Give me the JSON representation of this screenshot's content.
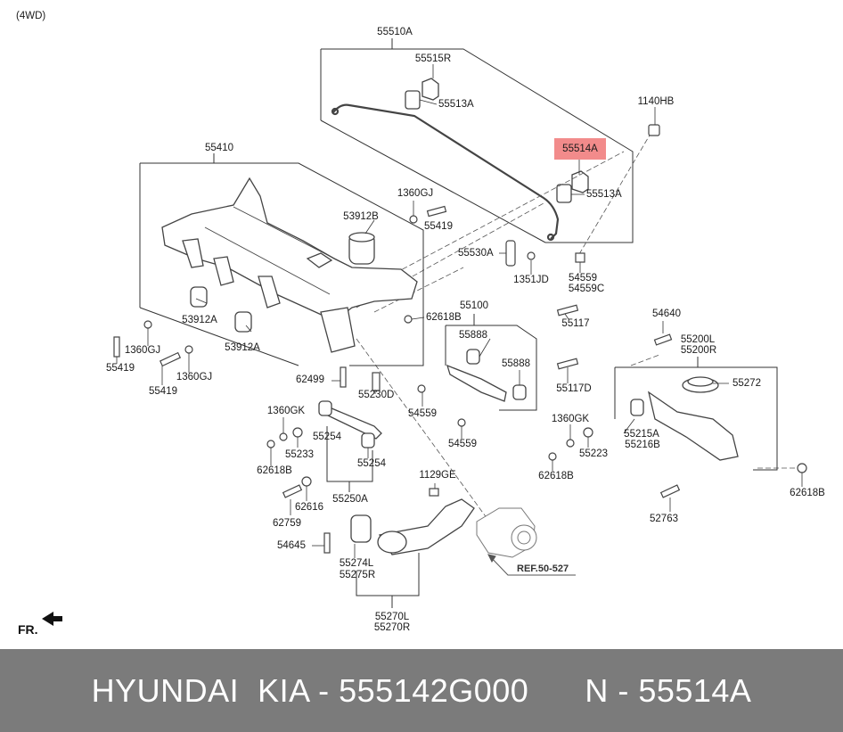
{
  "header_note": "(4WD)",
  "highlight_part": "55514A",
  "labels": {
    "p55510A": "55510A",
    "p55515R": "55515R",
    "p55513A_top": "55513A",
    "p1140HB": "1140HB",
    "p55514A": "55514A",
    "p55513A_right": "55513A",
    "p55410": "55410",
    "p1360GJ_top": "1360GJ",
    "p53912B": "53912B",
    "p55419_top": "55419",
    "p55530A": "55530A",
    "p1351JD": "1351JD",
    "p54559_top": "54559",
    "p54559C": "54559C",
    "p53912A_1": "53912A",
    "p53912A_2": "53912A",
    "p62618B_top": "62618B",
    "p55100": "55100",
    "p55117": "55117",
    "p54640": "54640",
    "p1360GJ_left": "1360GJ",
    "p55419_left": "55419",
    "p1360GJ_mid": "1360GJ",
    "p55419_mid": "55419",
    "p55888_1": "55888",
    "p55888_2": "55888",
    "p55117D": "55117D",
    "p55200L": "55200L",
    "p55200R": "55200R",
    "p55272": "55272",
    "p62499": "62499",
    "p55230D": "55230D",
    "p54559_mid": "54559",
    "p1360GK_left": "1360GK",
    "p55254_1": "55254",
    "p55233": "55233",
    "p54559_low": "54559",
    "p1360GK_right": "1360GK",
    "p55215A": "55215A",
    "p55216B": "55216B",
    "p55223": "55223",
    "p62618B_left": "62618B",
    "p55254_2": "55254",
    "p62618B_mid": "62618B",
    "p62618B_right": "62618B",
    "p1129GE": "1129GE",
    "p55250A": "55250A",
    "p62616": "62616",
    "p62759": "62759",
    "p52763": "52763",
    "p54645": "54645",
    "p55274L": "55274L",
    "p55275R": "55275R",
    "p55270L": "55270L",
    "p55270R": "55270R"
  },
  "ref_label": "REF.50-527",
  "fr_label": "FR.",
  "footer": {
    "brand": "HYUNDAI  KIA - 555142G000",
    "part": "N - 55514A"
  },
  "colors": {
    "highlight": "#f28b8b",
    "footer_bg": "#7b7b7b",
    "footer_text": "#ffffff",
    "line": "#333333"
  }
}
